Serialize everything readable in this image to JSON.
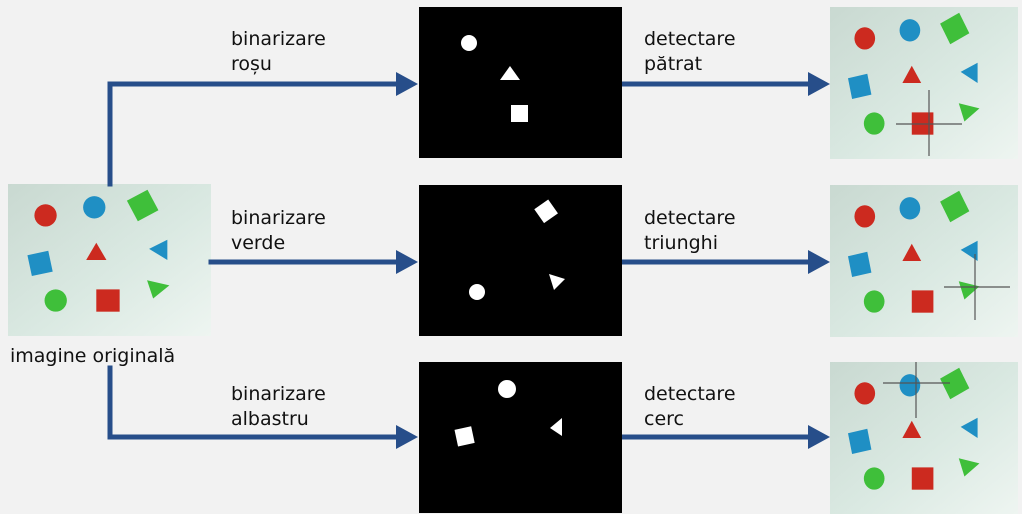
{
  "original": {
    "caption": "imagine originală"
  },
  "rows": [
    {
      "binarize_line1": "binarizare",
      "binarize_line2": "roșu",
      "detect_line1": "detectare",
      "detect_line2": "pătrat"
    },
    {
      "binarize_line1": "binarizare",
      "binarize_line2": "verde",
      "detect_line1": "detectare",
      "detect_line2": "triunghi"
    },
    {
      "binarize_line1": "binarizare",
      "binarize_line2": "albastru",
      "detect_line1": "detectare",
      "detect_line2": "cerc"
    }
  ],
  "colors": {
    "arrow": "#274e8a",
    "background": "#f2f2f2",
    "photo_bg": "#d6e6df",
    "red_shape": "#cc2a1f",
    "blue_shape": "#1f8fc4",
    "green_shape": "#3fbf3a",
    "mask_bg": "#000000",
    "mask_fg": "#ffffff",
    "crosshair": "#555555"
  }
}
